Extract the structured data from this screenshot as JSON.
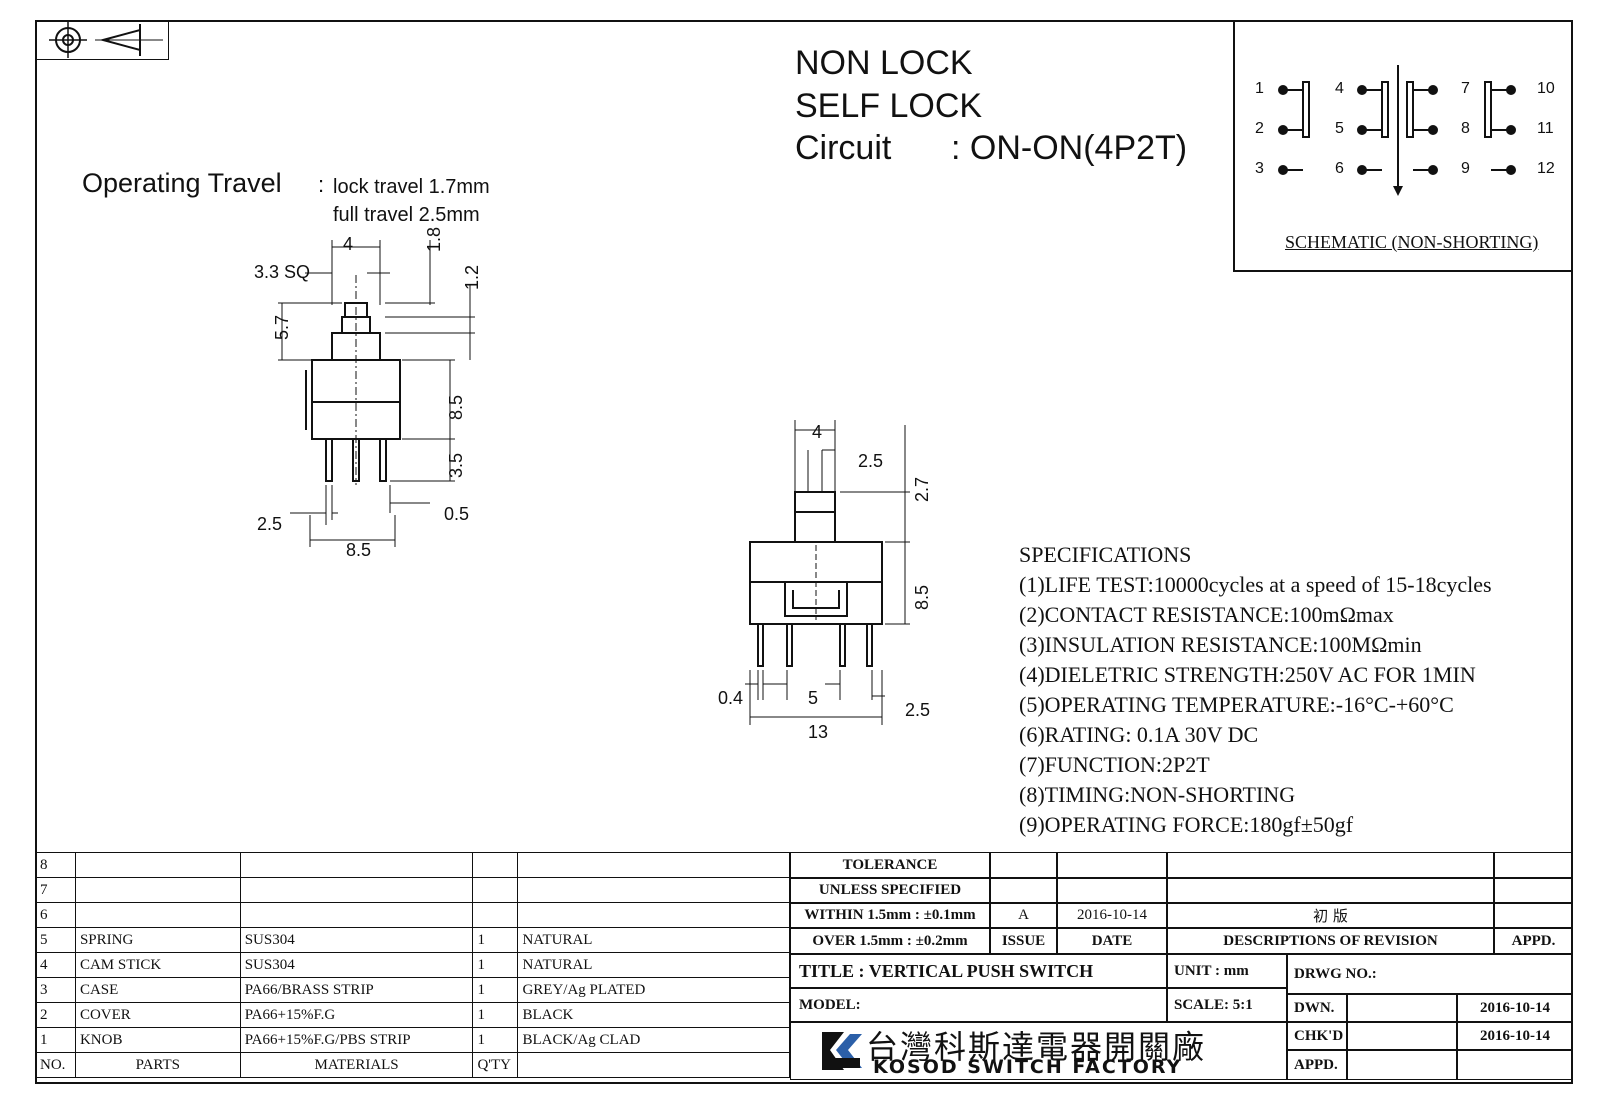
{
  "header": {
    "line1": "NON LOCK",
    "line2": "SELF LOCK",
    "circuit_label": "Circuit",
    "circuit_value": ": ON-ON(4P2T)"
  },
  "schematic": {
    "title": "SCHEMATIC (NON-SHORTING)",
    "pins": [
      "1",
      "2",
      "3",
      "4",
      "5",
      "6",
      "7",
      "8",
      "9",
      "10",
      "11",
      "12"
    ]
  },
  "operating_travel": {
    "label": "Operating Travel",
    "colon": ":",
    "lock": "lock travel 1.7mm",
    "full": "full travel 2.5mm"
  },
  "side_view_dims": {
    "d4": "4",
    "sq": "3.3 SQ",
    "d18": "1.8",
    "d12": "1.2",
    "d57": "5.7",
    "d85": "8.5",
    "d35": "3.5",
    "d25": "2.5",
    "d05": "0.5",
    "d85b": "8.5"
  },
  "front_view_dims": {
    "d4": "4",
    "d25": "2.5",
    "d27": "2.7",
    "d85": "8.5",
    "d04": "0.4",
    "d5": "5",
    "d25b": "2.5",
    "d13": "13"
  },
  "specifications": {
    "title": "SPECIFICATIONS",
    "items": [
      "(1)LIFE TEST:10000cycles at a speed of 15-18cycles",
      "(2)CONTACT RESISTANCE:100mΩmax",
      "(3)INSULATION RESISTANCE:100MΩmin",
      "(4)DIELETRIC STRENGTH:250V AC FOR 1MIN",
      "(5)OPERATING TEMPERATURE:-16°C-+60°C",
      "(6)RATING: 0.1A 30V DC",
      "(7)FUNCTION:2P2T",
      "(8)TIMING:NON-SHORTING",
      "(9)OPERATING FORCE:180gf±50gf"
    ]
  },
  "bom": {
    "rows": [
      {
        "no": "8",
        "part": "",
        "material": "",
        "qty": "",
        "finish": ""
      },
      {
        "no": "7",
        "part": "",
        "material": "",
        "qty": "",
        "finish": ""
      },
      {
        "no": "6",
        "part": "",
        "material": "",
        "qty": "",
        "finish": ""
      },
      {
        "no": "5",
        "part": "SPRING",
        "material": "SUS304",
        "qty": "1",
        "finish": "NATURAL"
      },
      {
        "no": "4",
        "part": "CAM STICK",
        "material": "SUS304",
        "qty": "1",
        "finish": "NATURAL"
      },
      {
        "no": "3",
        "part": "CASE",
        "material": "PA66/BRASS STRIP",
        "qty": "1",
        "finish": "GREY/Ag PLATED"
      },
      {
        "no": "2",
        "part": "COVER",
        "material": "PA66+15%F.G",
        "qty": "1",
        "finish": "BLACK"
      },
      {
        "no": "1",
        "part": "KNOB",
        "material": "PA66+15%F.G/PBS STRIP",
        "qty": "1",
        "finish": "BLACK/Ag CLAD"
      }
    ],
    "header": {
      "no": "NO.",
      "part": "PARTS",
      "material": "MATERIALS",
      "qty": "Q'TY"
    }
  },
  "title_block": {
    "tolerance1": "TOLERANCE",
    "tolerance2": "UNLESS  SPECIFIED",
    "within": "WITHIN 1.5mm : ±0.1mm",
    "over": "OVER 1.5mm : ±0.2mm",
    "issue_val": "A",
    "date_val": "2016-10-14",
    "desc_val": "初  版",
    "issue": "ISSUE",
    "date": "DATE",
    "desc": "DESCRIPTIONS OF REVISION",
    "appd": "APPD.",
    "title": "TITLE :  VERTICAL PUSH SWITCH",
    "unit": "UNIT :  mm",
    "drwg": "DRWG NO.:",
    "model": "MODEL:",
    "scale": "SCALE:  5:1",
    "dwn": "DWN.",
    "dwn_date": "2016-10-14",
    "chkd": "CHK'D",
    "chkd_date": "2016-10-14",
    "appd2": "APPD.",
    "company_cn": "台灣科斯達電器開關廠",
    "company_en": "KOSOD SWITCH FACTORY"
  }
}
